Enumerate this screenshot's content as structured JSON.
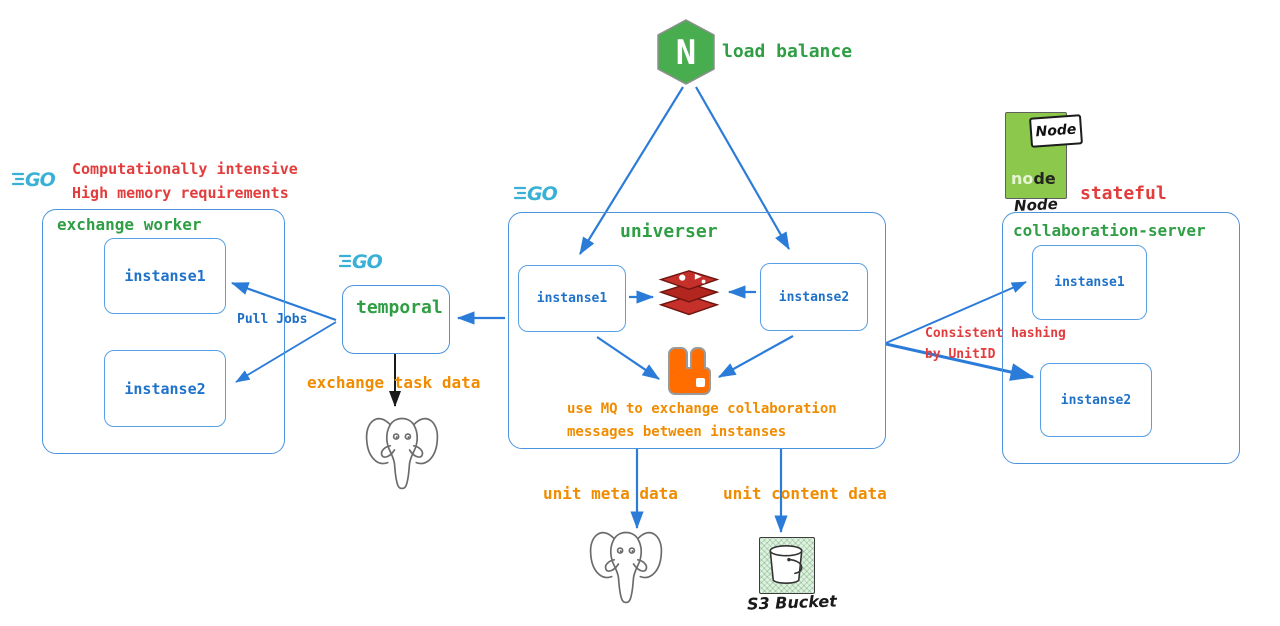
{
  "icons": {
    "go_text": "GO",
    "nginx_letter": "N",
    "node_word_light": "no",
    "node_word_dark": "de"
  },
  "load_balancer": {
    "label": "load balance"
  },
  "exchange_worker": {
    "note_line1": "Computationally intensive",
    "note_line2": "High memory requirements",
    "title": "exchange worker",
    "instance1": "instanse1",
    "instance2": "instanse2",
    "pull_jobs_label": "Pull Jobs"
  },
  "temporal": {
    "title": "temporal",
    "task_data_label": "exchange task data"
  },
  "universer": {
    "title": "universer",
    "instance1": "instanse1",
    "instance2": "instanse2",
    "mq_note_line1": "use MQ to exchange collaboration",
    "mq_note_line2": "messages between instanses",
    "unit_meta_label": "unit meta data",
    "unit_content_label": "unit content data"
  },
  "collaboration_server": {
    "title": "collaboration-server",
    "stateful_label": "stateful",
    "node_tag": "Node",
    "node_caption": "Node",
    "instance1": "instanse1",
    "instance2": "instanse2",
    "hashing_note_line1": "Consistent hashing",
    "hashing_note_line2": "by UnitID"
  },
  "storage": {
    "s3_caption": "S3 Bucket"
  },
  "colors": {
    "green_text": "#2f9e44",
    "red_text": "#e23c3c",
    "orange_text": "#f08c00",
    "blue_text": "#1f72c9",
    "box_border": "#4a94dd",
    "arrow_blue": "#2b7cd9",
    "go_blue": "#39b0d6",
    "nginx_green": "#47ad4e",
    "redis_red": "#c6302b",
    "rabbit_orange": "#ff6d00",
    "node_green": "#8cc84b"
  }
}
